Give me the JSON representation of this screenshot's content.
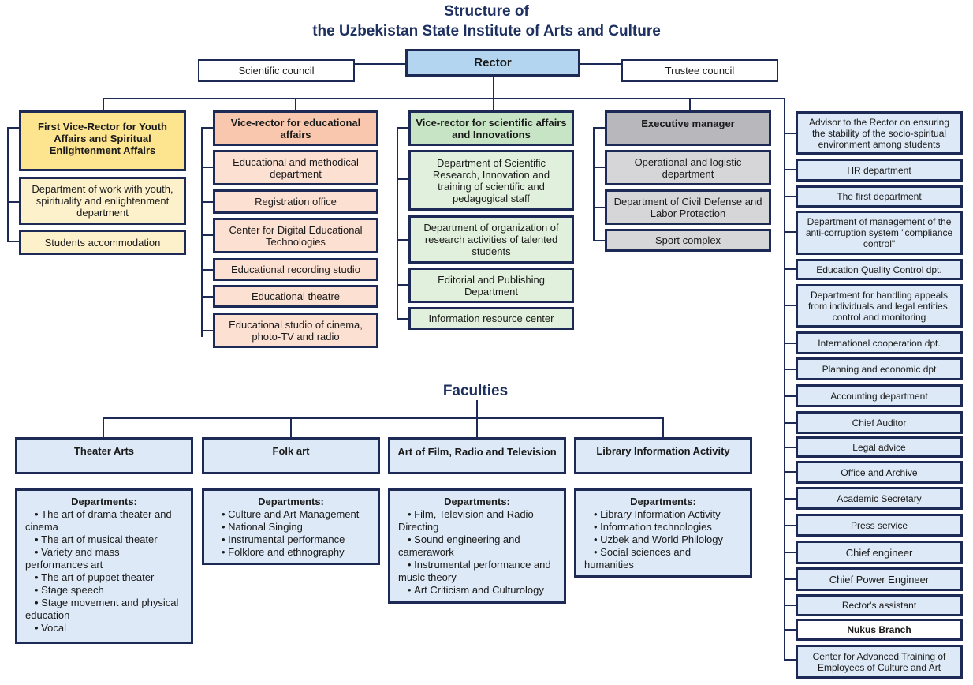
{
  "title_line1": "Structure of",
  "title_line2": "the Uzbekistan State Institute of Arts and Culture",
  "rector": "Rector",
  "scientific_council": "Scientific council",
  "trustee_council": "Trustee council",
  "col1": {
    "head": "First Vice-Rector for Youth Affairs and Spiritual Enlightenment Affairs",
    "items": [
      "Department of work with youth, spirituality and enlightenment department",
      "Students accommodation"
    ]
  },
  "col2": {
    "head": "Vice-rector for educational affairs",
    "items": [
      "Educational and methodical department",
      "Registration office",
      "Center for Digital Educational Technologies",
      "Educational recording studio",
      "Educational theatre",
      "Educational studio of cinema, photo-TV and radio"
    ]
  },
  "col3": {
    "head": "Vice-rector for scientific affairs and Innovations",
    "items": [
      "Department of Scientific Research, Innovation and training of scientific and pedagogical staff",
      "Department of organization of research activities of talented students",
      "Editorial and Publishing Department",
      "Information resource center"
    ]
  },
  "col4": {
    "head": "Executive manager",
    "items": [
      "Operational and logistic department",
      "Department of Civil Defense and Labor Protection",
      "Sport complex"
    ]
  },
  "right_items": [
    "Advisor to the Rector on ensuring the stability of the socio-spiritual environment among students",
    "HR department",
    "The first department",
    "Department of management of the anti-corruption system \"compliance control\"",
    "Education Quality Control dpt.",
    "Department for handling appeals from individuals and legal entities, control and monitoring",
    "International cooperation dpt.",
    "Planning and economic dpt",
    "Accounting department",
    "Chief Auditor",
    "Legal advice",
    "Office and Archive",
    "Academic Secretary",
    "Press service",
    "Chief engineer",
    "Chief Power Engineer",
    "Rector's assistant",
    "Nukus Branch",
    "Center for Advanced Training of Employees of Culture and Art"
  ],
  "faculties_title": "Faculties",
  "faculties": [
    {
      "name": "Theater Arts",
      "dept_label": "Departments:",
      "departments": [
        "The art of drama theater and cinema",
        "The art of musical theater",
        "Variety and mass performances art",
        "The art of puppet theater",
        "Stage speech",
        "Stage movement and physical education",
        "Vocal"
      ]
    },
    {
      "name": "Folk art",
      "dept_label": "Departments:",
      "departments": [
        "Culture and Art Management",
        "National Singing",
        "Instrumental performance",
        "Folklore and ethnography"
      ]
    },
    {
      "name": "Art of Film, Radio and Television",
      "dept_label": "Departments:",
      "departments": [
        "Film, Television and Radio Directing",
        "Sound engineering and camerawork",
        "Instrumental performance and music theory",
        "Art Criticism and Culturology"
      ]
    },
    {
      "name": "Library Information Activity",
      "dept_label": "Departments:",
      "departments": [
        "Library Information Activity",
        "Information technologies",
        "Uzbek and World Philology",
        "Social sciences and humanities"
      ]
    }
  ]
}
